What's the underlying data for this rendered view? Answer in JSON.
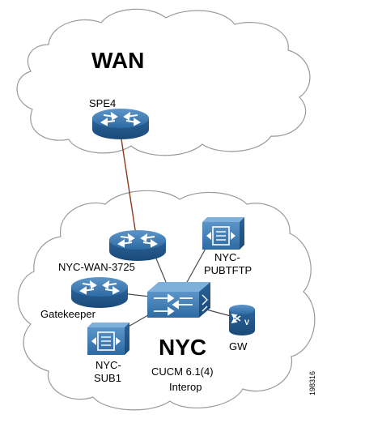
{
  "clouds": {
    "wan_label": "WAN",
    "nyc_label": "NYC"
  },
  "devices": {
    "spe4": "SPE4",
    "nyc_wan_router": "NYC-WAN-3725",
    "gatekeeper": "Gatekeeper",
    "pub_line1": "NYC-",
    "pub_line2": "PUBTFTP",
    "sub_line1": "NYC-",
    "sub_line2": "SUB1",
    "gw": "GW"
  },
  "site_info": {
    "line1": "CUCM 6.1(4)",
    "line2": "Interop"
  },
  "figure_id": "198316",
  "colors": {
    "device_blue": "#2a6ea8",
    "wan_link": "#8b3a1e",
    "lan_link": "#4a4a4a"
  }
}
